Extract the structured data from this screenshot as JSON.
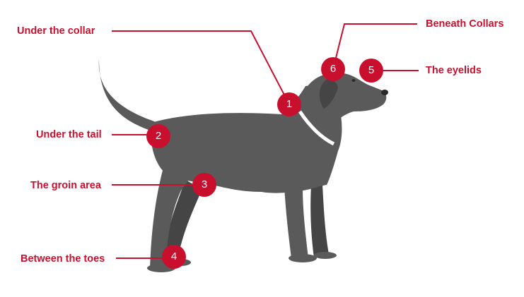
{
  "colors": {
    "accent": "#c8102e",
    "dog": "#5a5a5a",
    "dog_shade": "#454545",
    "collar": "#ffffff"
  },
  "callouts": [
    {
      "number": "1",
      "label": "Under the collar"
    },
    {
      "number": "2",
      "label": "Under the tail"
    },
    {
      "number": "3",
      "label": "The groin area"
    },
    {
      "number": "4",
      "label": "Between the toes"
    },
    {
      "number": "5",
      "label": "The eyelids"
    },
    {
      "number": "6",
      "label": "Beneath Collars"
    }
  ]
}
